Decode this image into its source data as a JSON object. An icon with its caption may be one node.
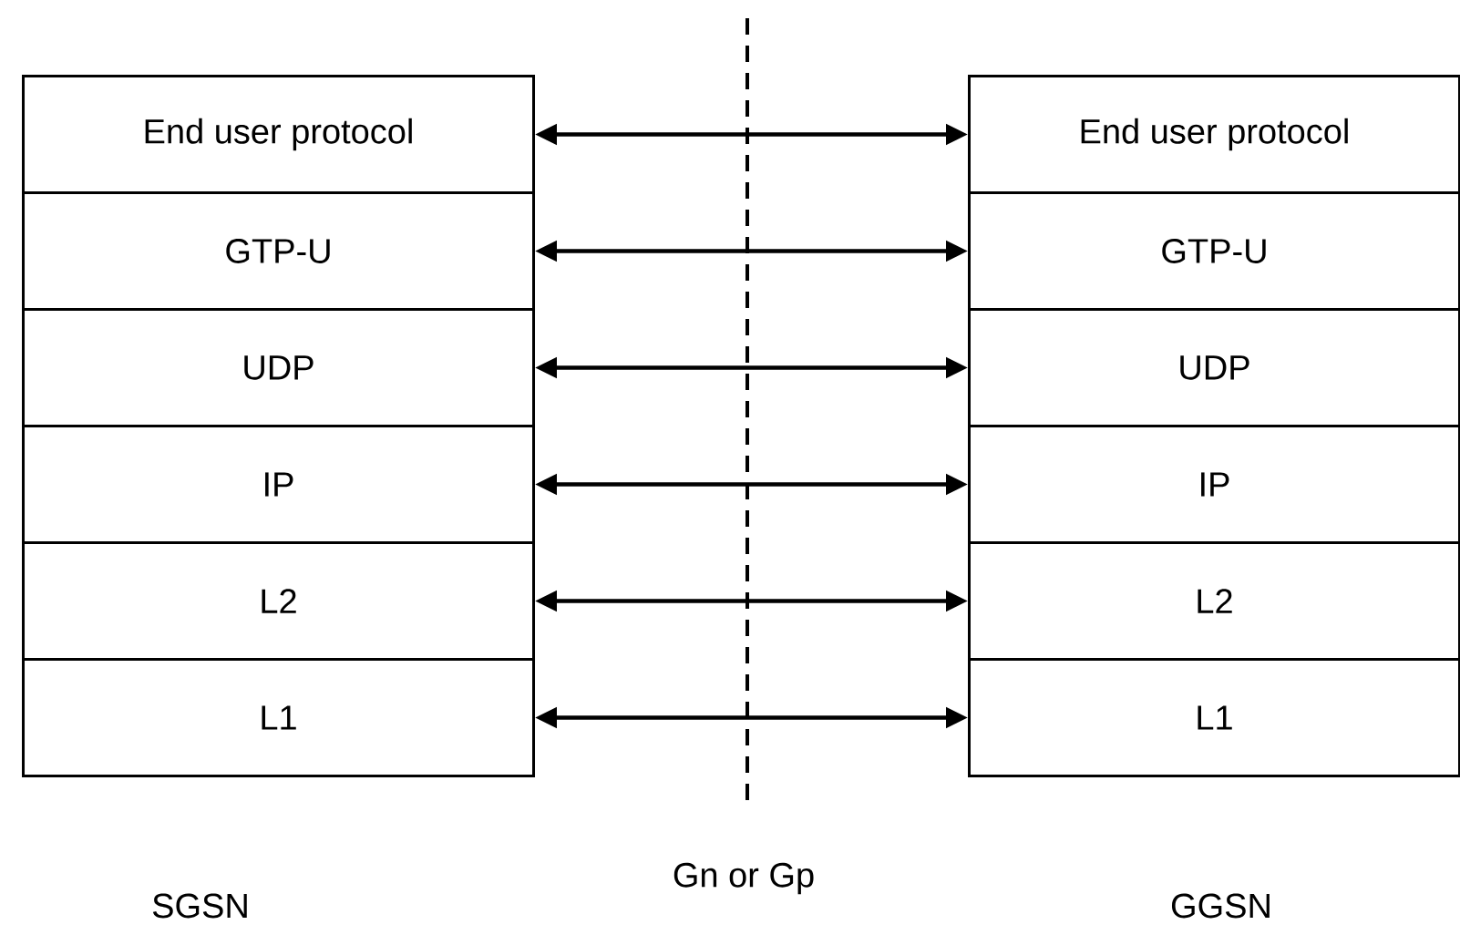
{
  "diagram": {
    "nodes": [
      {
        "text": [
          "End user protocol"
        ]
      },
      {
        "text": [
          "GTP-U"
        ]
      },
      {
        "text": [
          "UDP"
        ]
      },
      {
        "text": [
          "IP"
        ]
      },
      {
        "text": [
          "L2"
        ]
      },
      {
        "text": [
          "L1"
        ]
      },
      {
        "text": [
          "End user protocol"
        ]
      },
      {
        "text": [
          "GTP-U"
        ]
      },
      {
        "text": [
          "UDP"
        ]
      },
      {
        "text": [
          "IP"
        ]
      },
      {
        "text": [
          "L2"
        ]
      },
      {
        "text": [
          "L1"
        ]
      }
    ],
    "edges": [
      {
        "from": 0,
        "to": 6,
        "arrow": "both"
      },
      {
        "from": 1,
        "to": 7,
        "arrow": "both"
      },
      {
        "from": 2,
        "to": 8,
        "arrow": "both"
      },
      {
        "from": 3,
        "to": 9,
        "arrow": "both"
      },
      {
        "from": 4,
        "to": 10,
        "arrow": "both"
      },
      {
        "from": 5,
        "to": 11,
        "arrow": "both"
      }
    ],
    "labels": [
      "Gn or Gp",
      "SGSN",
      "GGSN"
    ]
  }
}
